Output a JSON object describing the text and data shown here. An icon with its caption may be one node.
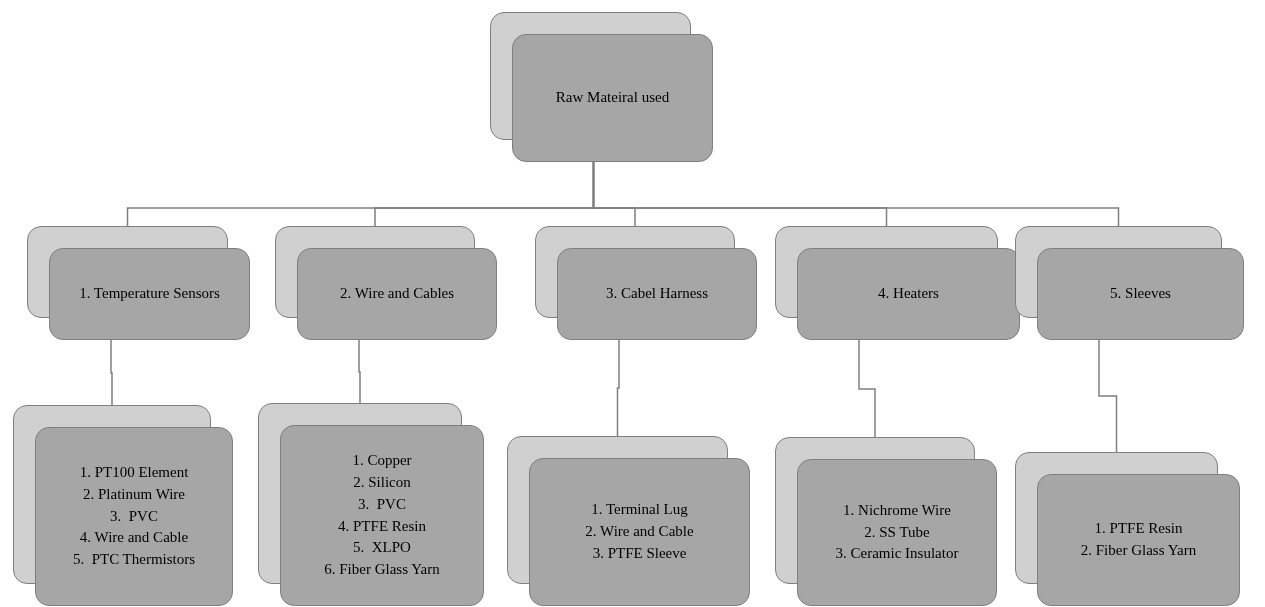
{
  "diagram": {
    "nodes": [
      {
        "text": [
          "Raw Mateiral used"
        ]
      },
      {
        "text": [
          "1. Temperature Sensors"
        ]
      },
      {
        "text": [
          "2. Wire and Cables"
        ]
      },
      {
        "text": [
          "3. Cabel Harness"
        ]
      },
      {
        "text": [
          "4. Heaters"
        ]
      },
      {
        "text": [
          "5. Sleeves"
        ]
      },
      {
        "text": [
          "1. PT100 Element",
          "2. Platinum Wire",
          "3.  PVC",
          "4. Wire and Cable",
          "5.  PTC Thermistors"
        ]
      },
      {
        "text": [
          "1. Copper",
          "2. Silicon",
          "3.  PVC",
          "4. PTFE Resin",
          "5.  XLPO",
          "6. Fiber Glass Yarn"
        ]
      },
      {
        "text": [
          "1. Terminal Lug",
          "2. Wire and Cable",
          "3. PTFE Sleeve"
        ]
      },
      {
        "text": [
          "1. Nichrome Wire",
          "2. SS Tube",
          "3. Ceramic Insulator"
        ]
      },
      {
        "text": [
          "1. PTFE Resin",
          "2. Fiber Glass Yarn"
        ]
      }
    ],
    "edges": [
      {
        "from": 0,
        "to": 1,
        "arrow": "none"
      },
      {
        "from": 0,
        "to": 2,
        "arrow": "none"
      },
      {
        "from": 0,
        "to": 3,
        "arrow": "none"
      },
      {
        "from": 0,
        "to": 4,
        "arrow": "none"
      },
      {
        "from": 0,
        "to": 5,
        "arrow": "none"
      },
      {
        "from": 1,
        "to": 6,
        "arrow": "none"
      },
      {
        "from": 2,
        "to": 7,
        "arrow": "none"
      },
      {
        "from": 3,
        "to": 8,
        "arrow": "none"
      },
      {
        "from": 4,
        "to": 9,
        "arrow": "none"
      },
      {
        "from": 5,
        "to": 10,
        "arrow": "none"
      }
    ]
  }
}
